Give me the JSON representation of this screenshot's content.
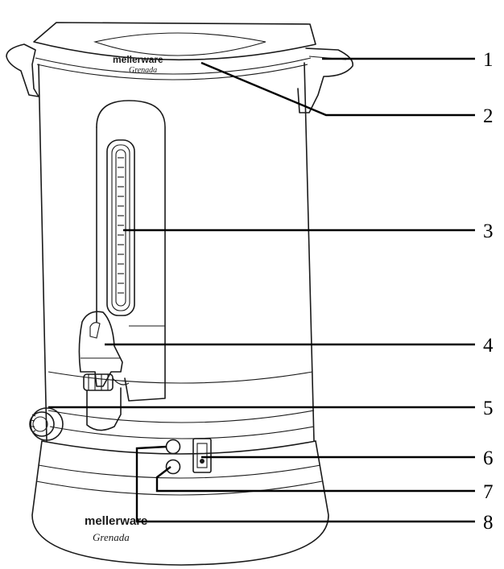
{
  "brand": {
    "logo_text": "mellerware",
    "logo_script": "Grenada"
  },
  "callouts": [
    {
      "number": "1",
      "part": "handle"
    },
    {
      "number": "2",
      "part": "lid"
    },
    {
      "number": "3",
      "part": "water-level-gauge"
    },
    {
      "number": "4",
      "part": "tap"
    },
    {
      "number": "5",
      "part": "thermostat-knob"
    },
    {
      "number": "6",
      "part": "power-switch"
    },
    {
      "number": "7",
      "part": "indicator-light-lower"
    },
    {
      "number": "8",
      "part": "indicator-light-upper"
    }
  ]
}
